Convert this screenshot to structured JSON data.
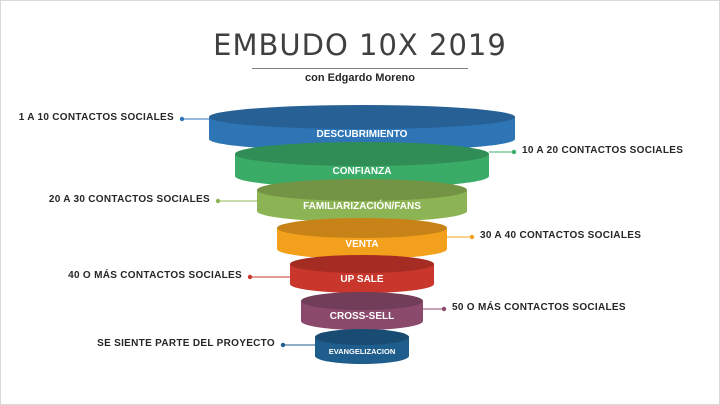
{
  "header": {
    "title": "EMBUDO 10X 2019",
    "subtitle": "con Edgardo Moreno"
  },
  "funnel": {
    "levels": [
      {
        "label": "DESCUBRIMIENTO",
        "side_text": "1 A 10 CONTACTOS SOCIALES",
        "color": "#2e75b6",
        "rim": "#2568a6"
      },
      {
        "label": "CONFIANZA",
        "side_text": "10 A 20 CONTACTOS SOCIALES",
        "color": "#3aac68",
        "rim": "#2f9a5b"
      },
      {
        "label": "FAMILIARIZACIÓN/FANS",
        "side_text": "20 A 30 CONTACTOS SOCIALES",
        "color": "#8db454",
        "rim": "#7ba044"
      },
      {
        "label": "VENTA",
        "side_text": "30 A 40 CONTACTOS SOCIALES",
        "color": "#f3a01c",
        "rim": "#df8f10"
      },
      {
        "label": "UP SALE",
        "side_text": "40 O MÁS CONTACTOS SOCIALES",
        "color": "#c9362b",
        "rim": "#b42c22"
      },
      {
        "label": "CROSS-SELL",
        "side_text": "50 O MÁS CONTACTOS SOCIALES",
        "color": "#8b4a6b",
        "rim": "#783c5b"
      },
      {
        "label": "EVANGELIZACION",
        "side_text": "SE SIENTE PARTE DEL PROYECTO",
        "color": "#1f5d8c",
        "rim": "#184d76"
      }
    ]
  }
}
